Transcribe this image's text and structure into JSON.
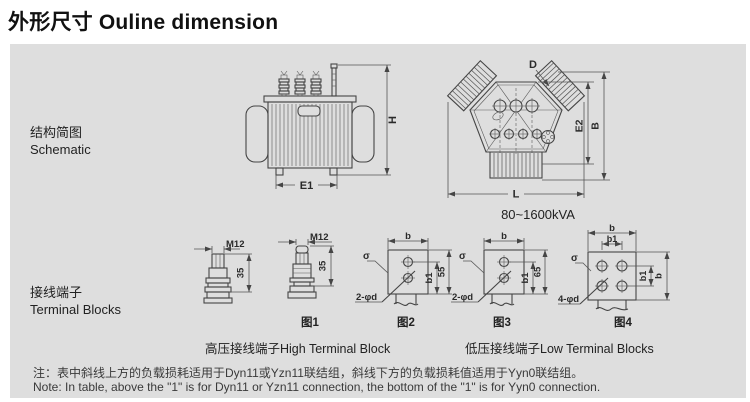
{
  "title": {
    "zh": "外形尺寸",
    "en": "Ouline dimension"
  },
  "schematic": {
    "row_label_zh": "结构简图",
    "row_label_en": "Schematic",
    "side_view": {
      "dim_h": "H",
      "dim_e1": "E1"
    },
    "top_view": {
      "dim_d": "D",
      "dim_e2": "E2",
      "dim_b": "B",
      "dim_l": "L"
    },
    "rating": "80~1600kVA"
  },
  "terminals": {
    "row_label_zh": "接线端子",
    "row_label_en": "Terminal Blocks",
    "stud_a": {
      "thread": "M12",
      "height": "35"
    },
    "stud_b": {
      "thread": "M12",
      "height": "35",
      "caption": "图1"
    },
    "plate_2": {
      "dim_b": "b",
      "dim_b1": "b1",
      "dim_h": "55",
      "thickness": "σ",
      "holes": "2-φd",
      "caption": "图2"
    },
    "plate_3": {
      "dim_b": "b",
      "dim_b1": "b1",
      "dim_h": "65",
      "thickness": "σ",
      "holes": "2-φd",
      "caption": "图3"
    },
    "plate_4": {
      "dim_b_top": "b",
      "dim_b1_top": "b1",
      "dim_b1_right": "b1",
      "dim_b_right": "b",
      "thickness": "σ",
      "holes": "4-φd",
      "caption": "图4"
    },
    "hv_caption": "高压接线端子High Terminal Block",
    "lv_caption": "低压接线端子Low Terminal Blocks"
  },
  "note": {
    "line_zh": "注：表中斜线上方的负载损耗适用于Dyn11或Yzn11联结组，斜线下方的负载损耗值适用于Yyn0联结组。",
    "line_en": "Note: In table, above the \"1\" is for Dyn11 or Yzn11 connection, the bottom of the \"1\" is for Yyn0 connection."
  }
}
